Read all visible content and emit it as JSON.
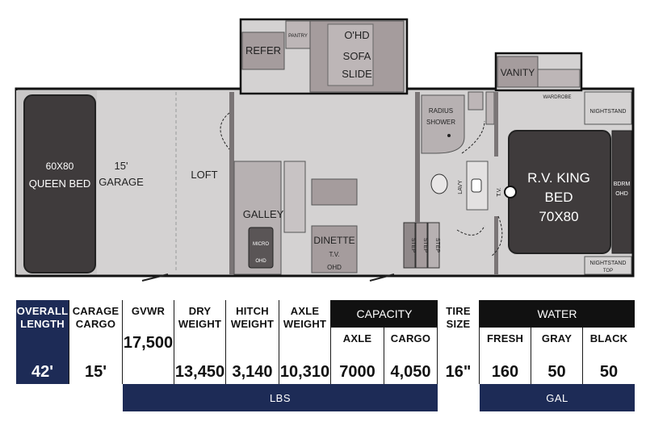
{
  "floorplan": {
    "rooms": {
      "queen_bed_size": "60X80",
      "queen_bed": "QUEEN BED",
      "garage_length": "15'",
      "garage": "GARAGE",
      "loft": "LOFT",
      "refer": "REFER",
      "pantry": "PANTRY",
      "ohd_top": "O'HD",
      "sofa": "SOFA",
      "slide": "SLIDE",
      "galley": "GALLEY",
      "micro": "MICRO",
      "ohd_galley": "OHD",
      "dinette": "DINETTE",
      "dinette_tv": "T.V.",
      "dinette_ohd": "OHD",
      "step1": "STEP",
      "step2": "STEP",
      "step3": "STEP",
      "vanity": "VANITY",
      "wardrobe": "WARDROBE",
      "radius_shower_1": "RADIUS",
      "radius_shower_2": "SHOWER",
      "lavy": "LAVY",
      "tv": "T.V.",
      "nightstand_top": "NIGHTSTAND",
      "nightstand_bottom": "NIGHTSTAND",
      "nightstand_bottom_top": "TOP",
      "king_bed_1": "R.V. KING",
      "king_bed_2": "BED",
      "king_bed_size": "70X80",
      "bedroom_ohd_1": "BDRM",
      "bedroom_ohd_2": "OHD"
    }
  },
  "specs": {
    "overall_length": {
      "label_1": "OVERALL",
      "label_2": "LENGTH",
      "value": "42'"
    },
    "garage_cargo": {
      "label_1": "CARAGE",
      "label_2": "CARGO",
      "value": "15'"
    },
    "gvwr": {
      "label": "GVWR",
      "value": "17,500"
    },
    "dry_weight": {
      "label_1": "DRY",
      "label_2": "WEIGHT",
      "value": "13,450"
    },
    "hitch_weight": {
      "label_1": "HITCH",
      "label_2": "WEIGHT",
      "value": "3,140"
    },
    "axle_weight": {
      "label_1": "AXLE",
      "label_2": "WEIGHT",
      "value": "10,310"
    },
    "capacity": {
      "label": "CAPACITY",
      "axle_label": "AXLE",
      "axle_value": "7000",
      "cargo_label": "CARGO",
      "cargo_value": "4,050"
    },
    "tire_size": {
      "label_1": "TIRE",
      "label_2": "SIZE",
      "value": "16\""
    },
    "water": {
      "label": "WATER",
      "fresh_label": "FRESH",
      "fresh_value": "160",
      "gray_label": "GRAY",
      "gray_value": "50",
      "black_label": "BLACK",
      "black_value": "50"
    },
    "lbs_unit": "LBS",
    "gal_unit": "GAL"
  },
  "colors": {
    "navy": "#1d2b56",
    "dark_fixture": "#3f3b3c",
    "wall": "#7a7576",
    "floor": "#d4d2d2"
  }
}
